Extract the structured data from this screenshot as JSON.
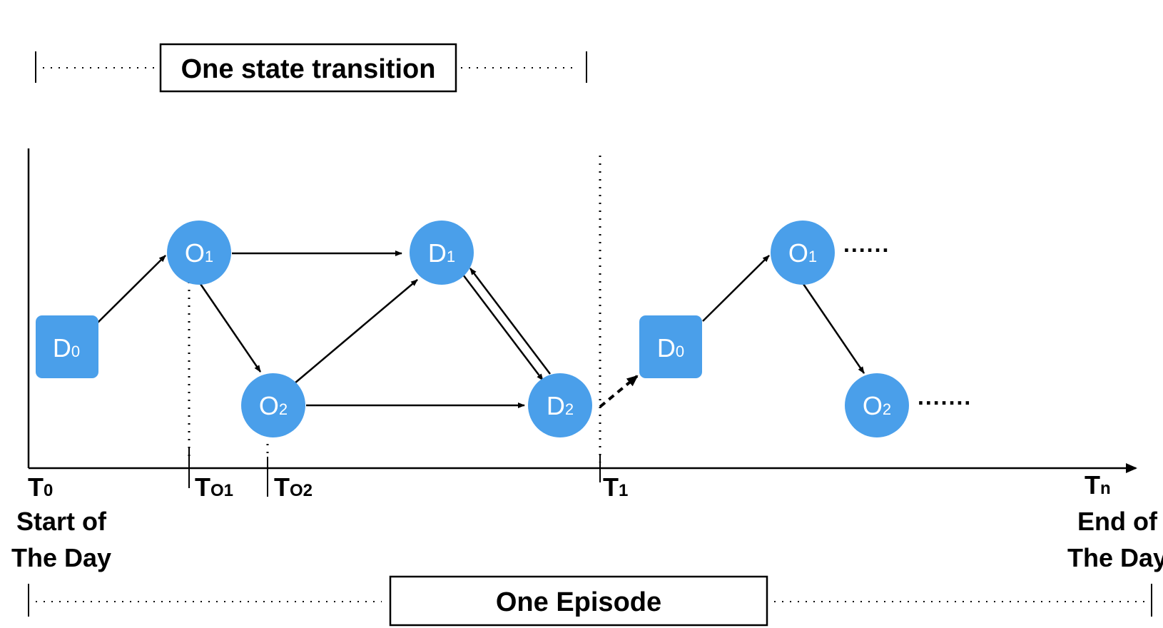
{
  "top_label": "One state transition",
  "bottom_label": "One Episode",
  "nodes": {
    "d0_a": {
      "main": "D",
      "sub": "0"
    },
    "o1_a": {
      "main": "O",
      "sub": "1"
    },
    "o2_a": {
      "main": "O",
      "sub": "2"
    },
    "d1": {
      "main": "D",
      "sub": "1"
    },
    "d2": {
      "main": "D",
      "sub": "2"
    },
    "d0_b": {
      "main": "D",
      "sub": "0"
    },
    "o1_b": {
      "main": "O",
      "sub": "1"
    },
    "o2_b": {
      "main": "O",
      "sub": "2"
    }
  },
  "ticks": {
    "t0": {
      "main": "T",
      "sub": "0"
    },
    "to1": {
      "main": "T",
      "sub": "O1"
    },
    "to2": {
      "main": "T",
      "sub": "O2"
    },
    "t1": {
      "main": "T",
      "sub": "1"
    },
    "tn": {
      "main": "T",
      "sub": "n"
    }
  },
  "start_label": {
    "line1": "Start of",
    "line2": "The Day"
  },
  "end_label": {
    "line1": "End of",
    "line2": "The Day"
  },
  "trailing_dots": {
    "o1": "......",
    "o2": "......."
  },
  "colors": {
    "node": "#4A9FEA",
    "line": "#000000"
  }
}
